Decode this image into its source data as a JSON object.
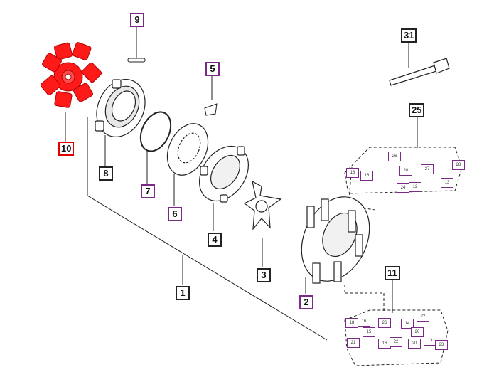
{
  "callouts": {
    "c1": "1",
    "c2": "2",
    "c3": "3",
    "c4": "4",
    "c5": "5",
    "c6": "6",
    "c7": "7",
    "c8": "8",
    "c9": "9",
    "c10": "10",
    "c11": "11",
    "c25": "25",
    "c31": "31"
  },
  "detail_25": [
    "18",
    "16",
    "26",
    "20",
    "27",
    "28",
    "24",
    "12",
    "13"
  ],
  "detail_11": [
    "18",
    "16",
    "26",
    "16",
    "22",
    "20",
    "14",
    "21",
    "15",
    "22",
    "20",
    "13",
    "23"
  ],
  "colors": {
    "highlight": "#e60000",
    "accent": "#7a2a86",
    "ink": "#222222"
  }
}
